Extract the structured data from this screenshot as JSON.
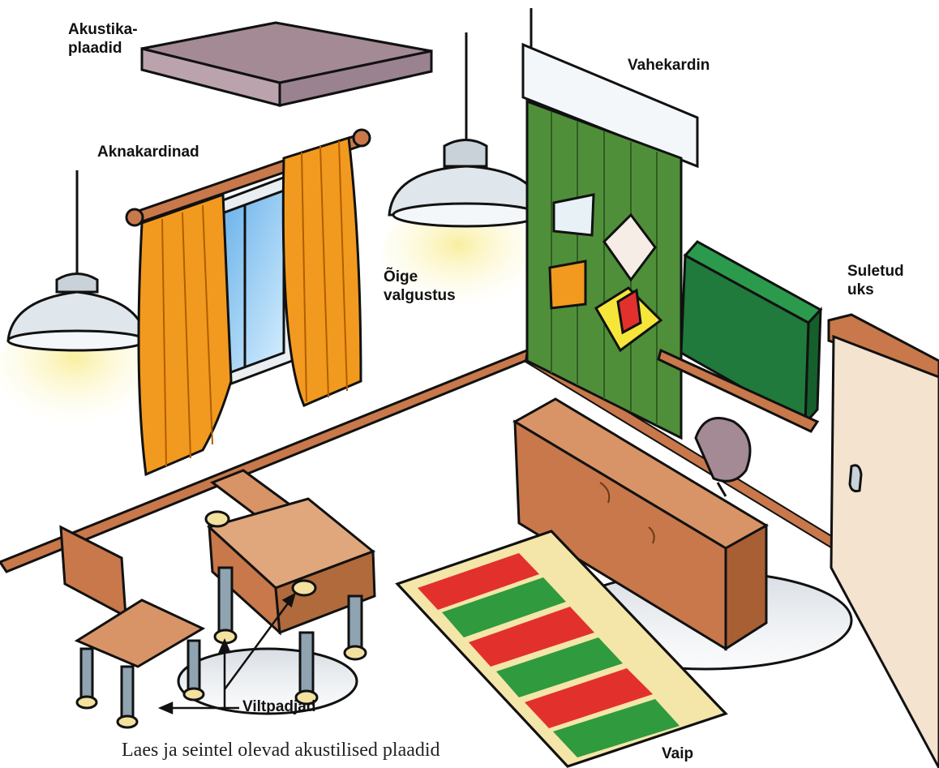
{
  "labels": {
    "acoustic_tiles_1": "Akustika-",
    "acoustic_tiles_2": "plaadid",
    "window_curtains": "Aknakardinad",
    "divider_curtain": "Vahekardin",
    "lighting_1": "Õige",
    "lighting_2": "valgustus",
    "closed_door_1": "Suletud",
    "closed_door_2": "uks",
    "felt_pads": "Viltpadjad",
    "rug": "Vaip"
  },
  "caption": "Laes ja seintel olevad akustilised plaadid",
  "colors": {
    "curtain_orange": "#f29a1f",
    "divider_green": "#4f8f3a",
    "board_green": "#1f7a3c",
    "wood": "#c8784a",
    "tile": "#a38a95",
    "light_glow": "#f8ee9a",
    "rug_red": "#e2312c",
    "rug_green": "#2f9a3e",
    "rug_cream": "#f4e6a8",
    "door": "#f3e3cf"
  },
  "icons": [
    "ceiling-lamp-icon",
    "window-icon",
    "desk-icon",
    "chair-icon",
    "blackboard-icon",
    "door-icon",
    "rug-icon"
  ]
}
